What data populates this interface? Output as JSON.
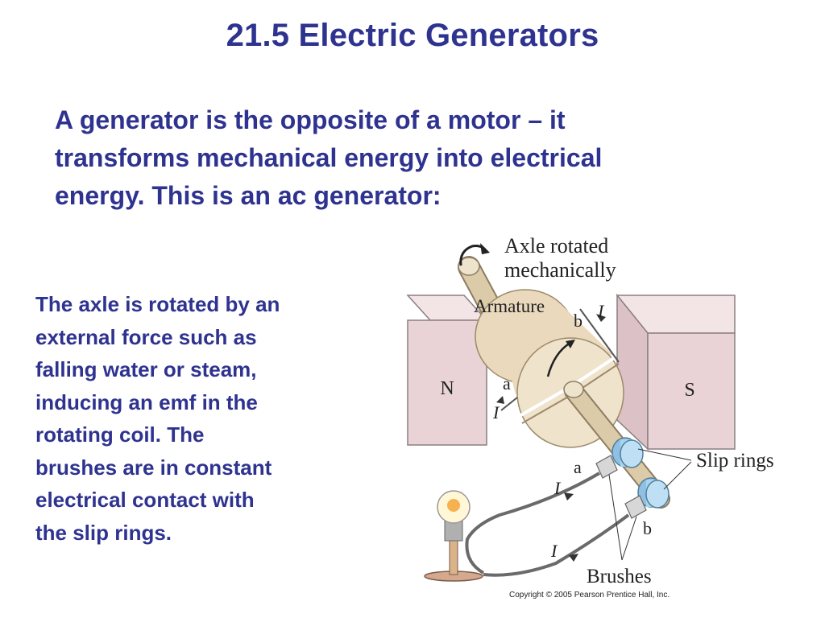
{
  "slide": {
    "title": "21.5 Electric Generators",
    "intro_lines": [
      "A generator is the opposite of a motor – it",
      "transforms mechanical energy into electrical",
      "energy. This is an ac generator:"
    ],
    "side_lines": [
      "The axle is rotated by an",
      "external force such as",
      "falling water or steam,",
      "inducing an emf in the",
      "rotating coil. The",
      "brushes are in constant",
      "electrical contact with",
      "the slip rings."
    ]
  },
  "figure": {
    "labels": {
      "axle_line1": "Axle rotated",
      "axle_line2": "mechanically",
      "armature": "Armature",
      "pole_north": "N",
      "pole_south": "S",
      "slip_rings": "Slip rings",
      "brushes": "Brushes",
      "terminal_a": "a",
      "terminal_b": "b",
      "current": "I"
    },
    "copyright": "Copyright © 2005 Pearson Prentice Hall, Inc."
  },
  "colors": {
    "text": "#2f3390",
    "magnet": "#e9d3d6",
    "armature": "#e8dcc6",
    "slip_ring": "#a9d3ee"
  }
}
